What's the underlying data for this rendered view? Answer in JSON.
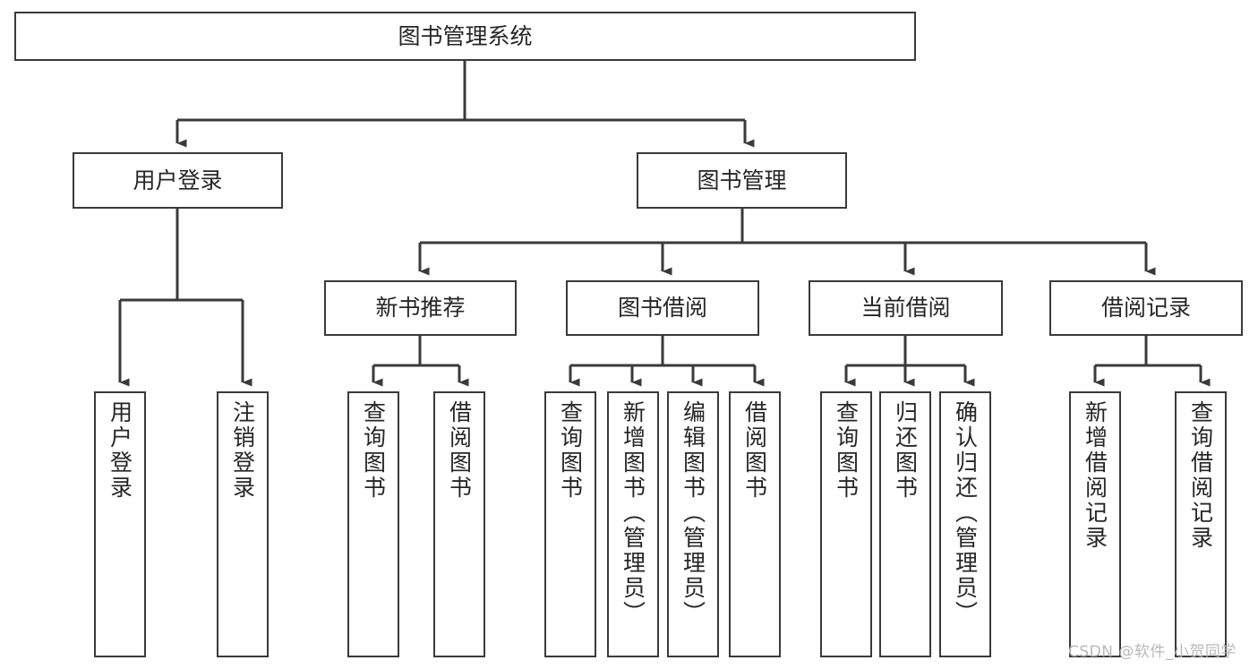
{
  "diagram": {
    "title": "图书管理系统",
    "type": "tree-hierarchy-chart",
    "colors": {
      "box_border": "#3a3a3a",
      "box_fill": "#ffffff",
      "connector": "#3a3a3a",
      "text": "#262626",
      "watermark": "#b9b9b9",
      "background": "#ffffff"
    },
    "root": {
      "label": "图书管理系统"
    },
    "level2": [
      {
        "label": "用户登录"
      },
      {
        "label": "图书管理"
      }
    ],
    "level3": [
      {
        "label": "新书推荐"
      },
      {
        "label": "图书借阅"
      },
      {
        "label": "当前借阅"
      },
      {
        "label": "借阅记录"
      }
    ],
    "leaves": {
      "user_login": [
        {
          "label": "用户登录"
        },
        {
          "label": "注销登录"
        }
      ],
      "new_book_recommend": [
        {
          "label": "查询图书"
        },
        {
          "label": "借阅图书"
        }
      ],
      "book_borrow": [
        {
          "label": "查询图书"
        },
        {
          "label": "新增图书（管理员）"
        },
        {
          "label": "编辑图书（管理员）"
        },
        {
          "label": "借阅图书"
        }
      ],
      "current_borrow": [
        {
          "label": "查询图书"
        },
        {
          "label": "归还图书"
        },
        {
          "label": "确认归还（管理员）"
        }
      ],
      "borrow_record": [
        {
          "label": "新增借阅记录"
        },
        {
          "label": "查询借阅记录"
        }
      ]
    }
  },
  "watermark": {
    "text": "CSDN @软件_小贺同学"
  }
}
